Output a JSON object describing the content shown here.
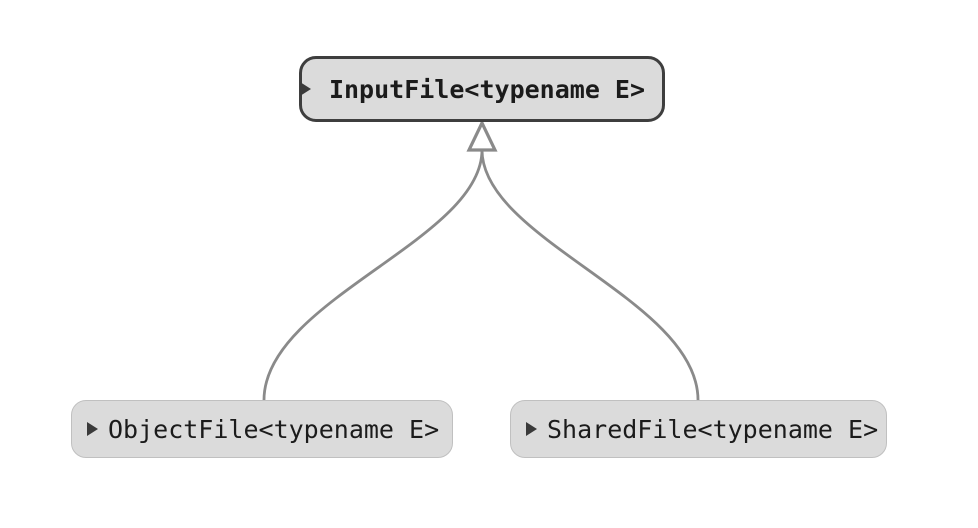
{
  "diagram": {
    "type": "class-inheritance-graph",
    "background": "#ffffff",
    "nodes": {
      "input_file": {
        "label": "InputFile<typename E>",
        "role": "parent",
        "fill": "#dbdbdb",
        "border_color": "#3e3e3e",
        "text_color": "#1b1b1b",
        "bold": true
      },
      "object_file": {
        "label": "ObjectFile<typename E>",
        "role": "child",
        "fill": "#dbdbdb",
        "border_color": "#c0c0c0",
        "text_color": "#1b1b1b",
        "bold": false
      },
      "shared_file": {
        "label": "SharedFile<typename E>",
        "role": "child",
        "fill": "#dbdbdb",
        "border_color": "#c0c0c0",
        "text_color": "#1b1b1b",
        "bold": false
      }
    },
    "edges": [
      {
        "from": "ObjectFile<typename E>",
        "to": "InputFile<typename E>",
        "type": "inheritance"
      },
      {
        "from": "SharedFile<typename E>",
        "to": "InputFile<typename E>",
        "type": "inheritance"
      }
    ],
    "colors": {
      "edge": "#8a8a8a",
      "arrowhead_fill": "#ffffff",
      "expander": "#3a3a3a"
    },
    "icons": {
      "expander": "right-pointing-triangle"
    }
  }
}
